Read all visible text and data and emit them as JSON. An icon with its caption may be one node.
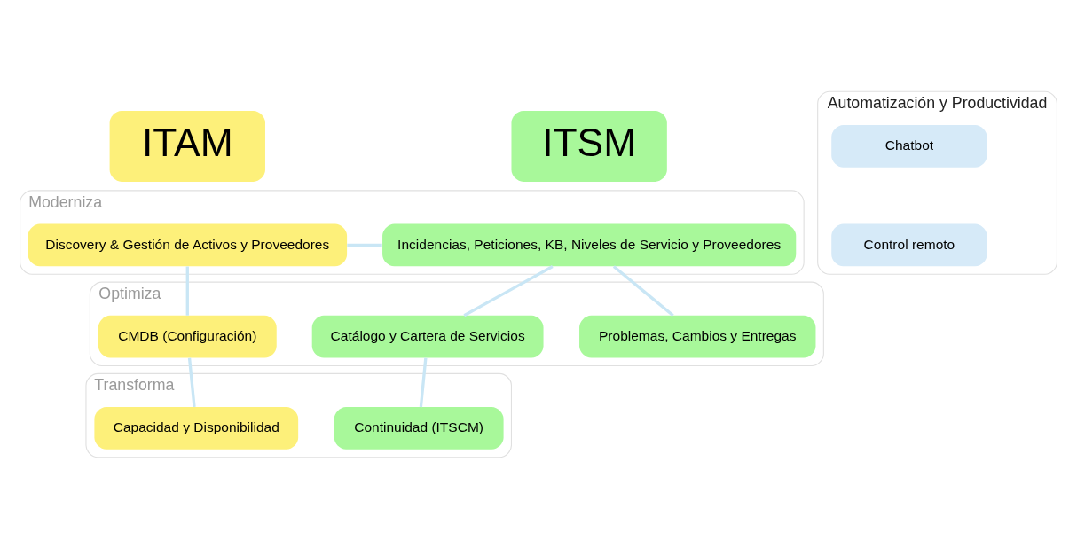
{
  "diagram": {
    "nodes": [
      {
        "text": [
          "ITAM"
        ]
      },
      {
        "text": [
          "ITSM"
        ]
      },
      {
        "text": [
          "Moderniza"
        ]
      },
      {
        "text": [
          "Discovery & Gestión de Activos y Proveedores"
        ],
        "in": 2
      },
      {
        "text": [
          "Incidencias, Peticiones, KB, Niveles de Servicio y Proveedores"
        ],
        "in": 2
      },
      {
        "text": [
          "Optimiza"
        ]
      },
      {
        "text": [
          "CMDB (Configuración)"
        ],
        "in": 5
      },
      {
        "text": [
          "Catálogo y Cartera de Servicios"
        ],
        "in": 5
      },
      {
        "text": [
          "Problemas, Cambios y Entregas"
        ],
        "in": 5
      },
      {
        "text": [
          "Transforma"
        ]
      },
      {
        "text": [
          "Capacidad y Disponibilidad"
        ],
        "in": 9
      },
      {
        "text": [
          "Continuidad (ITSCM)"
        ],
        "in": 9
      },
      {
        "text": [
          "Automatización y Productividad"
        ]
      },
      {
        "text": [
          "Chatbot"
        ],
        "in": 12
      },
      {
        "text": [
          "Control remoto"
        ],
        "in": 12
      }
    ],
    "edges": [
      {
        "from": 3,
        "to": 4,
        "arrow": "none"
      },
      {
        "from": 3,
        "to": 6,
        "arrow": "none"
      },
      {
        "from": 4,
        "to": 7,
        "arrow": "none"
      },
      {
        "from": 4,
        "to": 8,
        "arrow": "none"
      },
      {
        "from": 6,
        "to": 10,
        "arrow": "none"
      },
      {
        "from": 7,
        "to": 11,
        "arrow": "none"
      }
    ]
  }
}
